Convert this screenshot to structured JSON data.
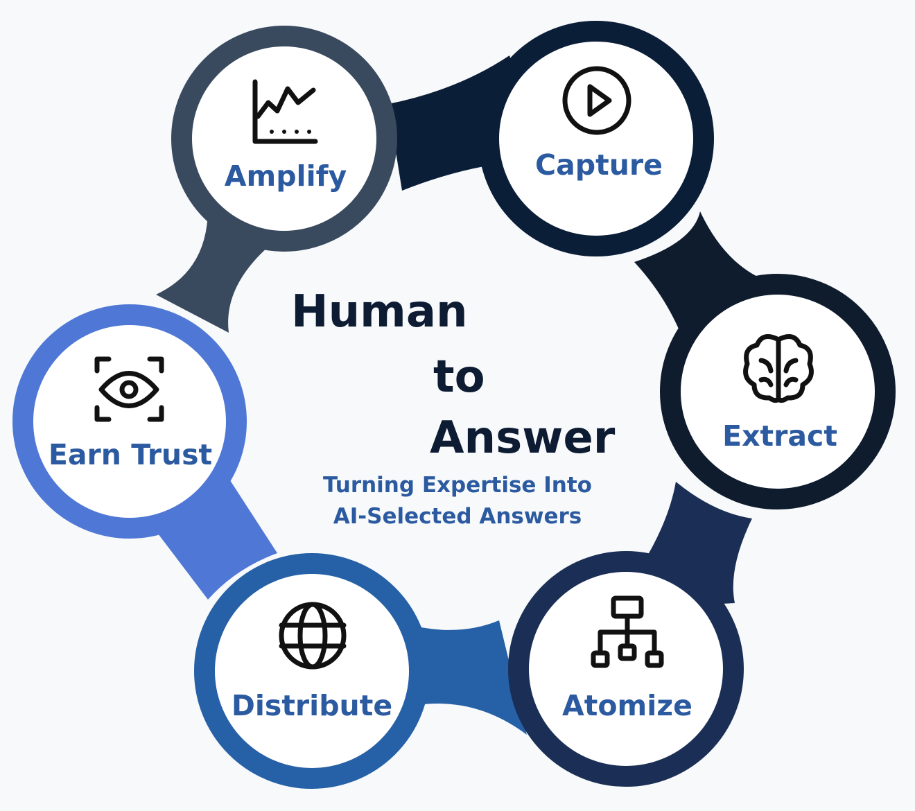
{
  "title": {
    "line1": "Human",
    "line2": "to",
    "line3": "Answer"
  },
  "subtitle": {
    "line1": "Turning Expertise Into",
    "line2": "AI-Selected Answers"
  },
  "nodes": [
    {
      "label": "Amplify",
      "icon": "line-chart-icon",
      "ring_color": "#3a4a5e"
    },
    {
      "label": "Capture",
      "icon": "play-button-icon",
      "ring_color": "#0b1e37"
    },
    {
      "label": "Extract",
      "icon": "brain-icon",
      "ring_color": "#0f1c2d"
    },
    {
      "label": "Atomize",
      "icon": "hierarchy-icon",
      "ring_color": "#1b2f56"
    },
    {
      "label": "Distribute",
      "icon": "globe-icon",
      "ring_color": "#2660a6"
    },
    {
      "label": "Earn Trust",
      "icon": "eye-scan-icon",
      "ring_color": "#4f78d6"
    }
  ],
  "colors": {
    "background": "#f7f9fb",
    "label_text": "#2b5aa0",
    "title_text": "#0d1b33"
  }
}
